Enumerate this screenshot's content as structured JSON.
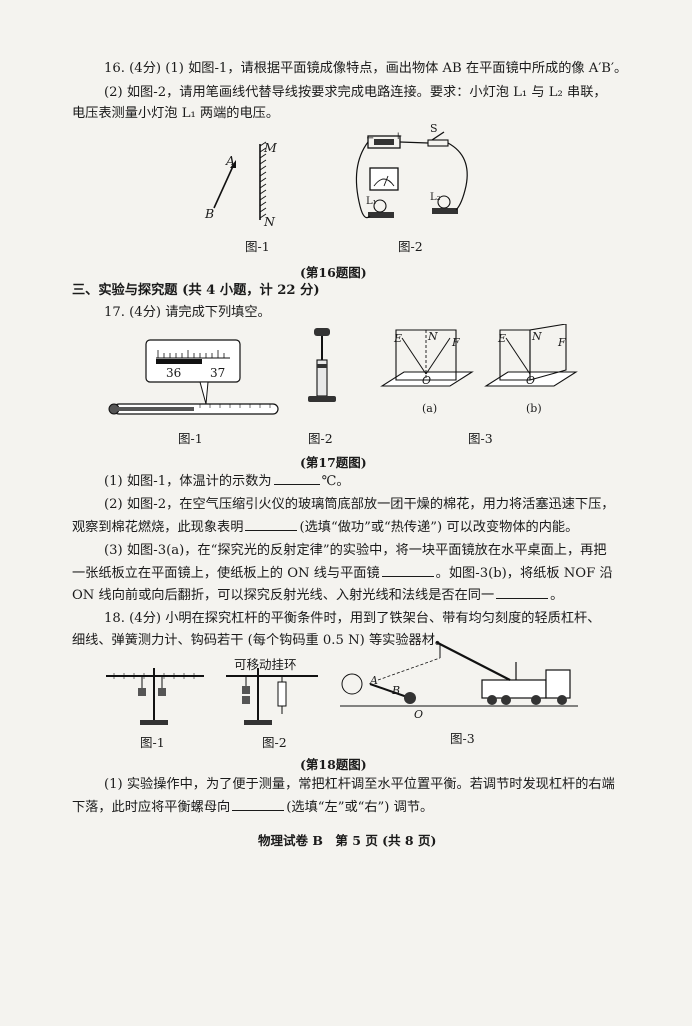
{
  "q16": {
    "line1": "16. (4分) (1) 如图-1，请根据平面镜成像特点，画出物体 AB 在平面镜中所成的像 A′B′。",
    "line2": "(2) 如图-2，请用笔画线代替导线按要求完成电路连接。要求：小灯泡 L₁ 与 L₂ 串联，",
    "line3": "电压表测量小灯泡 L₁ 两端的电压。",
    "fig1_caption": "图-1",
    "fig2_caption": "图-2",
    "fig1_label_a": "A",
    "fig1_label_b": "B",
    "fig1_label_m": "M",
    "fig1_label_n": "N",
    "fig2_label_s": "S",
    "fig2_label_l1": "L₁",
    "fig2_label_l2": "L₂",
    "fig2_label_minus": "−",
    "fig2_label_plus": "+",
    "group_caption": "(第16题图)"
  },
  "section3": {
    "heading": "三、实验与探究题 (共 4 小题，计 22 分)"
  },
  "q17": {
    "intro": "17. (4分) 请完成下列填空。",
    "fig1_caption": "图-1",
    "fig2_caption": "图-2",
    "fig3_caption": "图-3",
    "fig3a_caption": "(a)",
    "fig3b_caption": "(b)",
    "therm_label_36": "36",
    "therm_label_37": "37",
    "label_e": "E",
    "label_n": "N",
    "label_f": "F",
    "label_o": "O",
    "group_caption": "(第17题图)",
    "q1_text": "(1) 如图-1，体温计的示数为",
    "q1_unit": "℃。",
    "q2_text_a": "(2) 如图-2，在空气压缩引火仪的玻璃筒底部放一团干燥的棉花，用力将活塞迅速下压，",
    "q2_text_b": "观察到棉花燃烧，此现象表明",
    "q2_text_c": "(选填“做功”或“热传递”) 可以改变物体的内能。",
    "q3_text_a": "(3) 如图-3(a)，在“探究光的反射定律”的实验中，将一块平面镜放在水平桌面上，再把",
    "q3_text_b": "一张纸板立在平面镜上，使纸板上的 ON 线与平面镜",
    "q3_text_c": "。如图-3(b)，将纸板 NOF 沿",
    "q3_text_d": "ON 线向前或向后翻折，可以探究反射光线、入射光线和法线是否在同一",
    "q3_text_e": "。"
  },
  "q18": {
    "intro_a": "18. (4分) 小明在探究杠杆的平衡条件时，用到了铁架台、带有均匀刻度的轻质杠杆、",
    "intro_b": "细线、弹簧测力计、钩码若干 (每个钩码重 0.5 N) 等实验器材。",
    "movable_ring": "可移动挂环",
    "fig1_caption": "图-1",
    "fig2_caption": "图-2",
    "fig3_caption": "图-3",
    "label_a": "A",
    "label_b": "B",
    "label_o": "O",
    "group_caption": "(第18题图)",
    "q1_text_a": "(1) 实验操作中，为了便于测量，常把杠杆调至水平位置平衡。若调节时发现杠杆的右端",
    "q1_text_b": "下落，此时应将平衡螺母向",
    "q1_text_c": "(选填“左”或“右”) 调节。"
  },
  "footer": {
    "text": "物理试卷 B　第 5 页 (共 8 页)"
  }
}
